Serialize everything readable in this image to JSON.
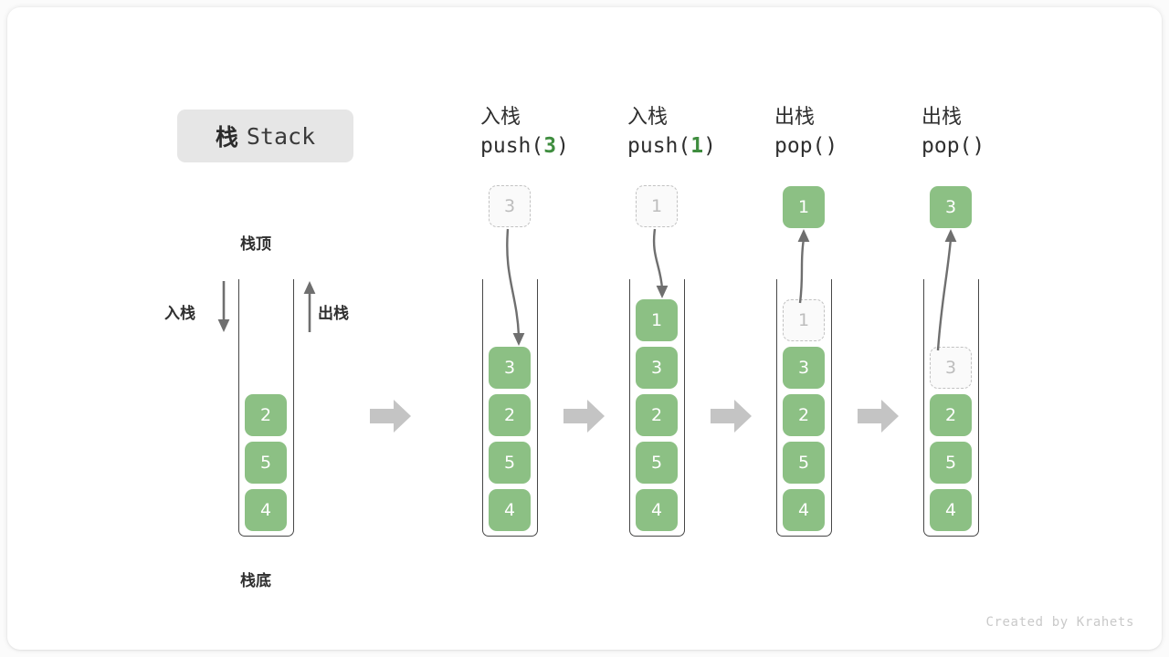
{
  "title": {
    "cn": "栈",
    "en": "Stack"
  },
  "labels": {
    "stack_top": "栈顶",
    "stack_bottom": "栈底",
    "push_side": "入栈",
    "pop_side": "出栈"
  },
  "colors": {
    "cell_green": "#8cc084",
    "arg_green": "#3f8d3f",
    "ghost_border": "#c2c2c2",
    "ghost_text": "#bdbdbd",
    "container_stroke": "#474747",
    "block_arrow": "#c4c4c4",
    "curve_arrow": "#6f6f6f",
    "title_chip_bg": "#e6e6e6",
    "card_bg": "#ffffff",
    "page_bg": "#fbfbfb"
  },
  "initial_stack": {
    "name": "initial",
    "cells": [
      "2",
      "5",
      "4"
    ]
  },
  "steps": [
    {
      "op_cn": "入栈",
      "op_code_prefix": "push(",
      "op_code_arg": "3",
      "op_code_suffix": ")",
      "floating": {
        "value": "3",
        "style": "ghost"
      },
      "arrow": "down",
      "cells": [
        {
          "value": "3",
          "style": "solid"
        },
        {
          "value": "2",
          "style": "solid"
        },
        {
          "value": "5",
          "style": "solid"
        },
        {
          "value": "4",
          "style": "solid"
        }
      ]
    },
    {
      "op_cn": "入栈",
      "op_code_prefix": "push(",
      "op_code_arg": "1",
      "op_code_suffix": ")",
      "floating": {
        "value": "1",
        "style": "ghost"
      },
      "arrow": "down",
      "cells": [
        {
          "value": "1",
          "style": "solid"
        },
        {
          "value": "3",
          "style": "solid"
        },
        {
          "value": "2",
          "style": "solid"
        },
        {
          "value": "5",
          "style": "solid"
        },
        {
          "value": "4",
          "style": "solid"
        }
      ]
    },
    {
      "op_cn": "出栈",
      "op_code_prefix": "pop(",
      "op_code_arg": "",
      "op_code_suffix": ")",
      "floating": {
        "value": "1",
        "style": "solid"
      },
      "arrow": "up",
      "cells": [
        {
          "value": "1",
          "style": "ghost"
        },
        {
          "value": "3",
          "style": "solid"
        },
        {
          "value": "2",
          "style": "solid"
        },
        {
          "value": "5",
          "style": "solid"
        },
        {
          "value": "4",
          "style": "solid"
        }
      ]
    },
    {
      "op_cn": "出栈",
      "op_code_prefix": "pop(",
      "op_code_arg": "",
      "op_code_suffix": ")",
      "floating": {
        "value": "3",
        "style": "solid"
      },
      "arrow": "up",
      "cells": [
        {
          "value": "3",
          "style": "ghost"
        },
        {
          "value": "2",
          "style": "solid"
        },
        {
          "value": "5",
          "style": "solid"
        },
        {
          "value": "4",
          "style": "solid"
        }
      ]
    }
  ],
  "credit": "Created by Krahets"
}
